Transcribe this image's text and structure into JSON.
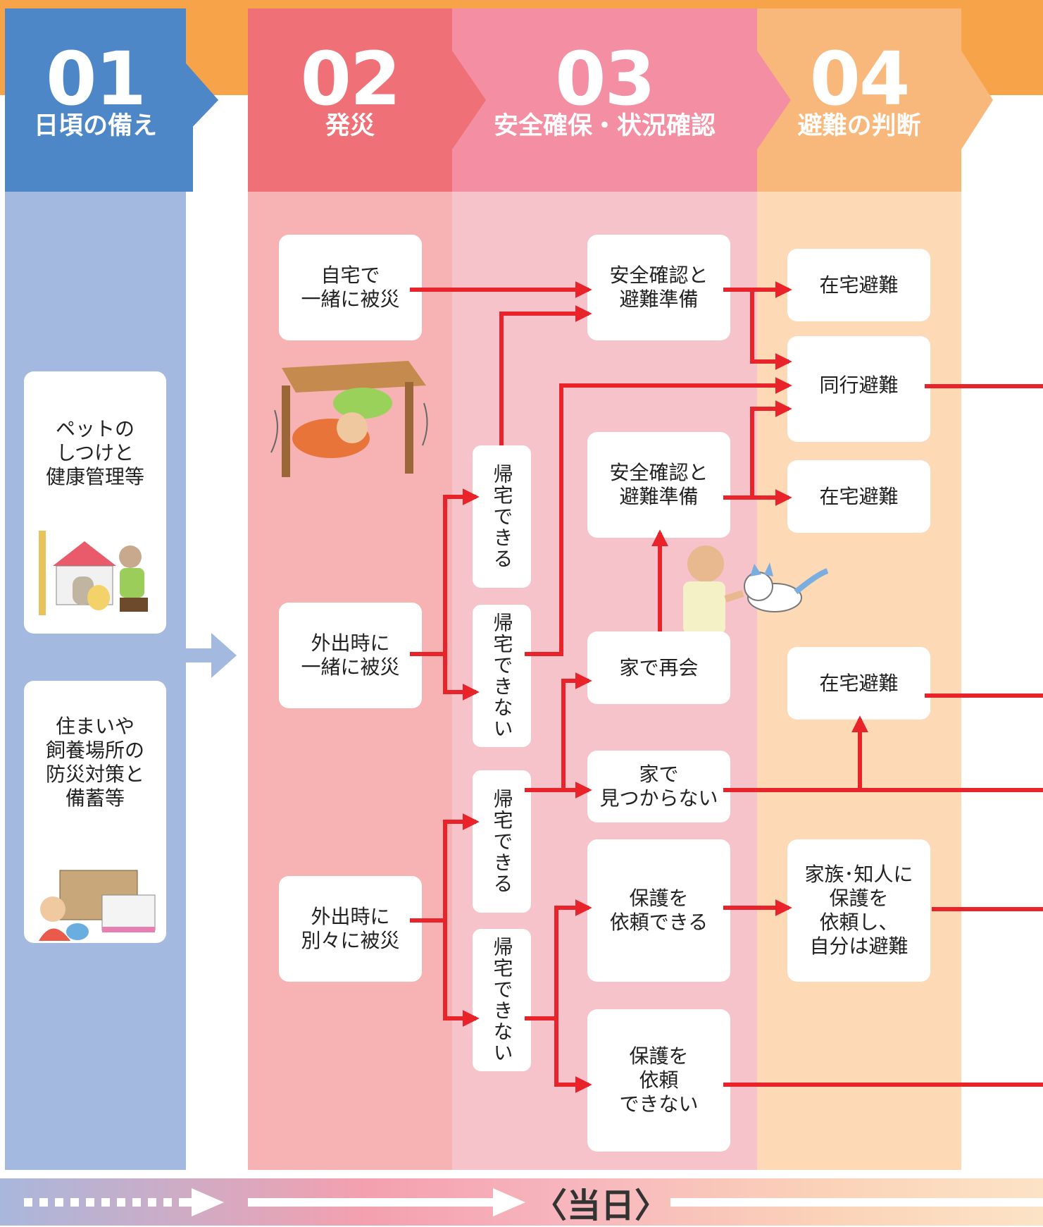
{
  "colors": {
    "flow_line": "#e8232a",
    "col1": "#4e87c7",
    "col1_body": "#a3b9df",
    "col2": "#f07078",
    "col2_body": "#f7b3b3",
    "col3": "#f48ea2",
    "col3_body": "#f7c3cb",
    "col4": "#f9b87b",
    "col4_body": "#fdd9b6",
    "top_band": "#f7a34a"
  },
  "columns": [
    {
      "num": "01",
      "title": "日頃の備え"
    },
    {
      "num": "02",
      "title": "発災"
    },
    {
      "num": "03",
      "title": "安全確保・状況確認"
    },
    {
      "num": "04",
      "title": "避難の判断"
    }
  ],
  "prep": {
    "box1": "ペットの\nしつけと\n健康管理等",
    "box2": "住まいや\n飼養場所の\n防災対策と\n備蓄等"
  },
  "disaster": {
    "home": "自宅で\n一緒に被災",
    "out_together": "外出時に\n一緒に被災",
    "out_apart": "外出時に\n別々に被災"
  },
  "return": {
    "can": "帰宅できる",
    "cannot": "帰宅できない"
  },
  "check": {
    "safety1": "安全確認と\n避難準備",
    "safety2": "安全確認と\n避難準備",
    "reunite": "家で再会",
    "not_found": "家で\n見つからない",
    "can_request": "保護を\n依頼できる",
    "cannot_request": "保護を\n依頼\nできない"
  },
  "decision": {
    "stay1": "在宅避難",
    "accompany": "同行避難",
    "stay2": "在宅避難",
    "stay3": "在宅避難",
    "family": "家族･知人に\n保護を\n依頼し、\n自分は避難"
  },
  "footer": {
    "today": "〈当日〉"
  }
}
